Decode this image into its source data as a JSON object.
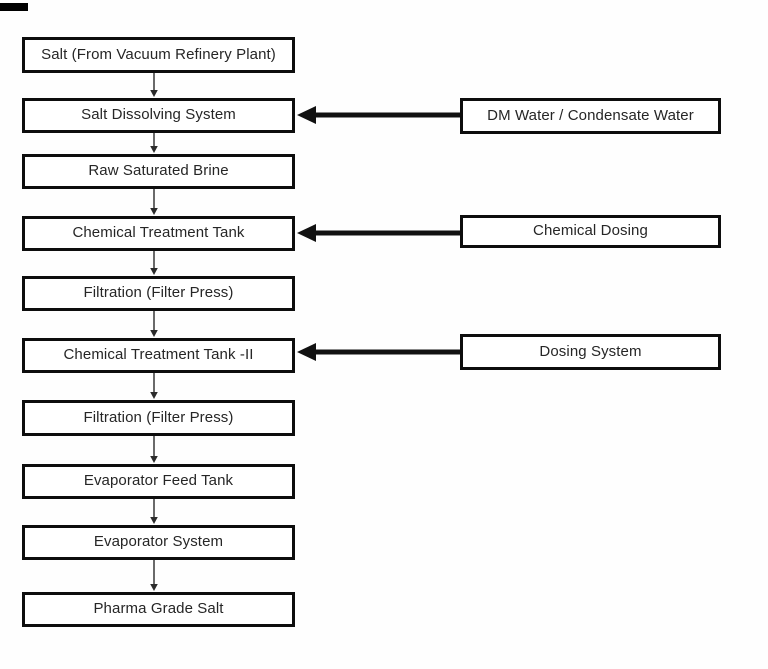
{
  "diagram": {
    "type": "flowchart",
    "main_flow": [
      {
        "label": "Salt (From Vacuum Refinery Plant)"
      },
      {
        "label": "Salt Dissolving System"
      },
      {
        "label": "Raw Saturated Brine"
      },
      {
        "label": "Chemical Treatment Tank"
      },
      {
        "label": "Filtration (Filter Press)"
      },
      {
        "label": "Chemical Treatment Tank -II"
      },
      {
        "label": "Filtration (Filter Press)"
      },
      {
        "label": "Evaporator Feed Tank"
      },
      {
        "label": "Evaporator System"
      },
      {
        "label": "Pharma Grade Salt"
      }
    ],
    "side_inputs": [
      {
        "label": "DM Water / Condensate Water",
        "feeds_into": "Salt Dissolving System"
      },
      {
        "label": "Chemical Dosing",
        "feeds_into": "Chemical Treatment Tank"
      },
      {
        "label": "Dosing System",
        "feeds_into": "Chemical Treatment Tank -II"
      }
    ],
    "colors": {
      "background": "#fefefe",
      "box_border": "#0d0d0d",
      "box_fill": "#ffffff",
      "text": "#262626",
      "thin_arrow": "#2b2b2b",
      "thick_arrow": "#111111",
      "corner_artifact": "#000000"
    }
  }
}
